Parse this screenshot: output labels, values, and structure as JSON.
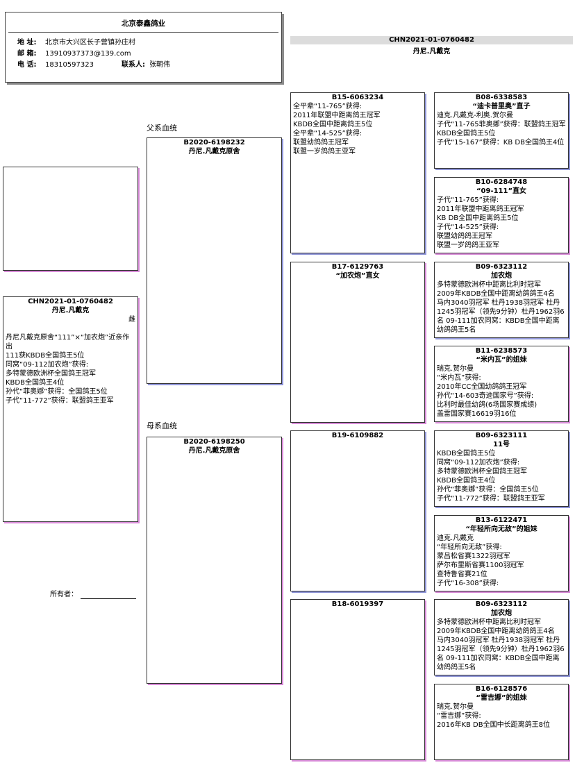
{
  "company": {
    "name": "北京泰鑫鸽业",
    "address_label": "地  址:",
    "address": "北京市大兴区长子营镇孙庄村",
    "email_label": "邮  箱:",
    "email": "13910937373@139.com",
    "phone_label": "电  话:",
    "phone": "18310597323",
    "contact_label": "联系人:",
    "contact": "张朝伟"
  },
  "top": {
    "ring": "CHN2021-01-0760482",
    "name": "丹尼.凡戴克"
  },
  "subject": {
    "ring": "CHN2021-01-0760482",
    "name": "丹尼.凡戴克",
    "sex": "雌",
    "lines": [
      "丹尼凡戴克原舍“111”×“加农炮”近亲作出",
      "111获KBDB全国鸽王5位",
      "同窝“09-112加农炮”获得:",
      "多特蒙德欧洲杯全国鸽王冠军",
      "KBDB全国鸽王4位",
      "孙代“菲奥娜”获得：全国鸽王5位",
      "子代“11-772”获得：联盟鸽王亚军"
    ]
  },
  "labels": {
    "sire_line": "父系血统",
    "dam_line": "母系血统",
    "owner": "所有者："
  },
  "sire": {
    "ring": "B2020-6198232",
    "name": "丹尼.凡戴克原舍"
  },
  "dam": {
    "ring": "B2020-6198250",
    "name": "丹尼.凡戴克原舍"
  },
  "gen2": [
    {
      "ring": "B15-6063234",
      "name": "",
      "lines": [
        "全平辈“11-765”获得:",
        "2011年联盟中距离鸽王冠军",
        "KBDB全国中距离鸽王5位",
        "全平辈“14-525”获得:",
        "联盟幼鸽鸽王冠军",
        "联盟一岁鸽鸽王亚军"
      ]
    },
    {
      "ring": "B17-6129763",
      "name": "“加农炮”直女",
      "lines": []
    },
    {
      "ring": "B19-6109882",
      "name": "",
      "lines": []
    },
    {
      "ring": "B18-6019397",
      "name": "",
      "lines": []
    }
  ],
  "gen3": [
    {
      "ring": "B08-6338583",
      "name": "“迪卡普里奥”直子",
      "lines": [
        "迪克.凡戴克-利奥.贺尔曼",
        "子代“11-765菲奥娜”获得：联盟鸽王冠军",
        "KBDB全国鸽王5位",
        "子代“15-167”获得：KB DB全国鸽王4位"
      ]
    },
    {
      "ring": "B10-6284748",
      "name": "“09-111”直女",
      "lines": [
        "子代“11-765”获得:",
        "2011年联盟中距离鸽王冠军",
        "KB DB全国中距离鸽王5位",
        "子代“14-525”获得:",
        "联盟幼鸽鸽王冠军",
        "联盟一岁鸽鸽王亚军"
      ]
    },
    {
      "ring": "B09-6323112",
      "name": "加农炮",
      "lines": [
        "多特蒙德欧洲杯中距离比利时冠军",
        "2009年KBDB全国中距离幼鸽鸽王4名",
        "马内3040羽冠军 杜丹1938羽冠军 杜丹1245羽冠军（领先9分钟）杜丹1962羽6名 09-111加农同窝：KBDB全国中距离幼鸽鸽王5名"
      ]
    },
    {
      "ring": "B11-6238573",
      "name": "“米内瓦”的姐妹",
      "lines": [
        "瑞克.贺尔曼",
        "“米内瓦”获得:",
        "2010年CC全国幼鸽鸽王冠军",
        "孙代“14-603奇迹国家号”获得:",
        "比利时最佳幼鸽(6场国家赛成绩)",
        "盖雷国家赛16619羽16位"
      ]
    },
    {
      "ring": "B09-6323111",
      "name": "11号",
      "lines": [
        "KBDB全国鸽王5位",
        "同窝“09-112加农炮”获得:",
        "多特蒙德欧洲杯全国鸽王冠军",
        "KBDB全国鸽王4位",
        "孙代“菲奥娜”获得：全国鸽王5位",
        "子代“11-772”获得：联盟鸽王亚军"
      ]
    },
    {
      "ring": "B13-6122471",
      "name": "“年轻所向无敌”的姐妹",
      "lines": [
        "迪克.凡戴克",
        "“年轻所向无敌”获得:",
        "蒙吕松省赛1322羽冠军",
        "萨尔布里斯省赛1100羽冠军",
        "查特鲁省赛21位",
        "子代“16-308”获得:"
      ]
    },
    {
      "ring": "B09-6323112",
      "name": "加农炮",
      "lines": [
        "多特蒙德欧洲杯中距离比利时冠军",
        "2009年KBDB全国中距离幼鸽鸽王4名",
        "马内3040羽冠军 杜丹1938羽冠军 杜丹1245羽冠军（领先9分钟）杜丹1962羽6名 09-111加农同窝：KBDB全国中距离幼鸽鸽王5名"
      ]
    },
    {
      "ring": "B16-6128576",
      "name": "“雷吉娜”的姐妹",
      "lines": [
        "瑞克.贺尔曼",
        "“雷吉娜”获得:",
        "2016年KB DB全国中长距离鸽王8位"
      ]
    }
  ]
}
